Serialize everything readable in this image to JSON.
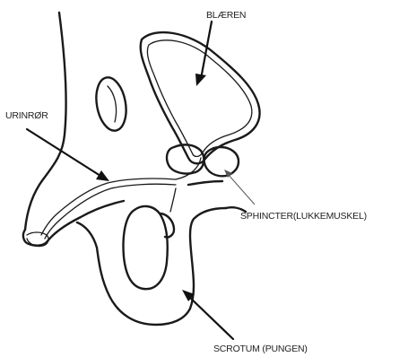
{
  "labels": {
    "bladder": "BLÆREN",
    "urethra": "URINRØR",
    "sphincter": "SPHINCTER(LUKKEMUSKEL)",
    "scrotum": "SCROTUM (PUNGEN)"
  }
}
